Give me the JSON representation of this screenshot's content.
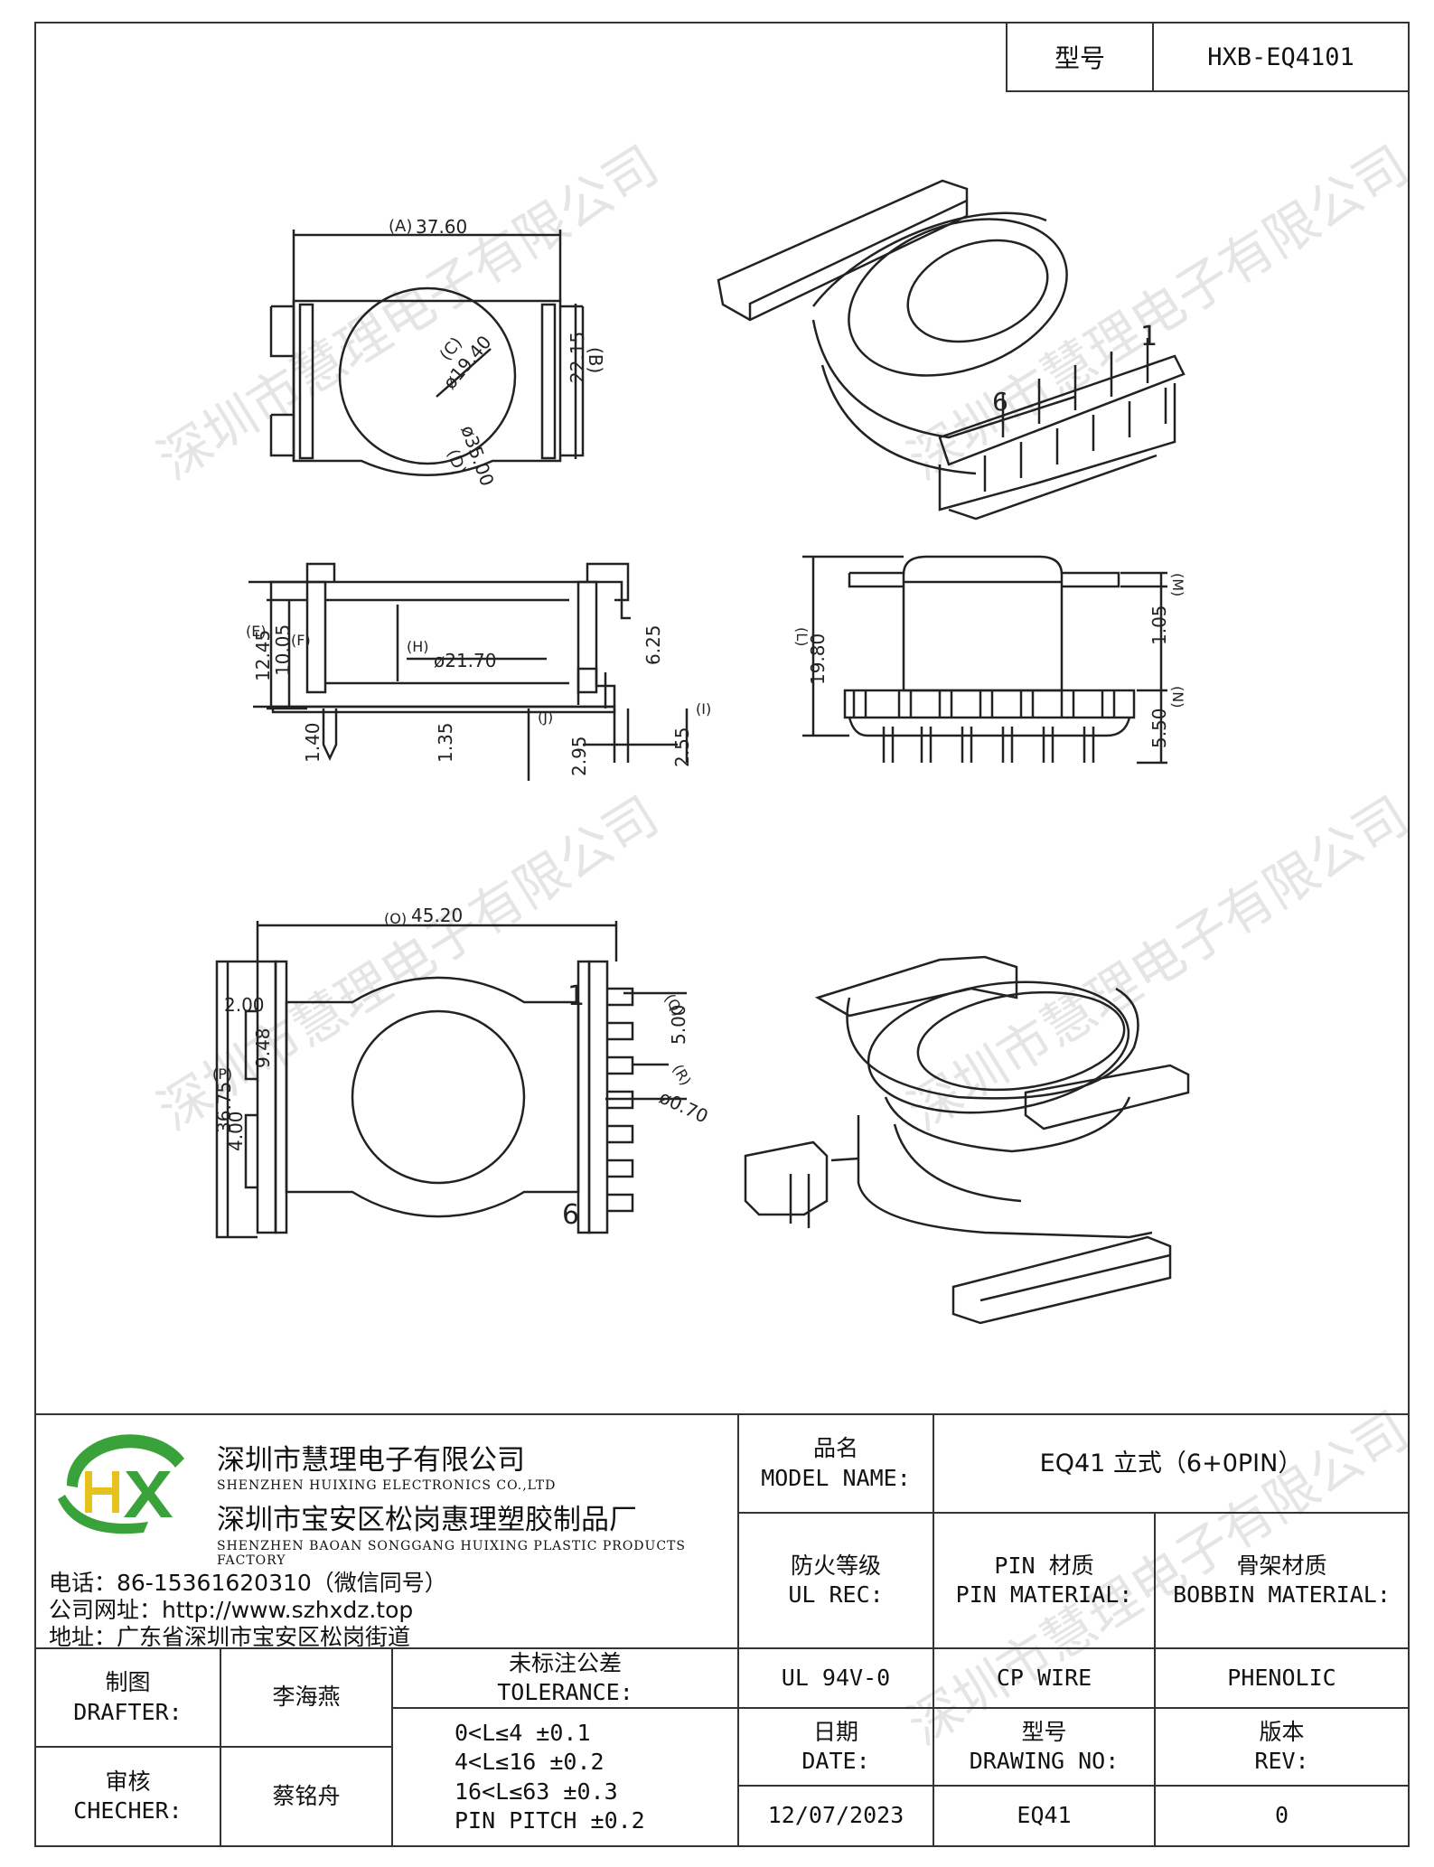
{
  "header": {
    "model_label": "型号",
    "model_value": "HXB-EQ4101"
  },
  "dimensions": {
    "A": "(A)",
    "A_val": "37.60",
    "B": "(B)",
    "B_val": "22.15",
    "C": "(C)",
    "C_val": "ø19.40",
    "D": "(D)",
    "D_val": "ø35.00",
    "E": "(E)",
    "E_val": "12.45",
    "F": "(F)",
    "F_val": "10.05",
    "H": "(H)",
    "H_val": "ø21.70",
    "G_val": "6.25",
    "I": "(I)",
    "I_val": "2.55",
    "J": "(J)",
    "J_val": "2.95",
    "K_val": "1.35",
    "L1_val": "1.40",
    "L": "(L)",
    "L_val": "19.80",
    "M": "(M)",
    "M_val": "1.05",
    "N": "(N)",
    "N_val": "5.50",
    "O": "(O)",
    "O_val": "45.20",
    "P": "(P)",
    "P_val": "36.75",
    "Q": "(Q)",
    "Q_val": "5.00",
    "R": "(R)",
    "R_val": "ø0.70",
    "S1_val": "2.00",
    "S2_val": "9.48",
    "S3_val": "4.00",
    "pin1": "1",
    "pin6": "6"
  },
  "watermark": "深圳市慧理电子有限公司",
  "company": {
    "name_cn": "深圳市慧理电子有限公司",
    "name_en": "SHENZHEN HUIXING ELECTRONICS CO.,LTD",
    "factory_cn": "深圳市宝安区松岗惠理塑胶制品厂",
    "factory_en": "SHENZHEN BAOAN SONGGANG HUIXING PLASTIC PRODUCTS FACTORY",
    "phone": "电话：86-15361620310（微信同号）",
    "website": "公司网址：http://www.szhxdz.top",
    "address": "地址：广东省深圳市宝安区松岗街道",
    "logo_text": "HX"
  },
  "titleblock": {
    "model_name_cn": "品名",
    "model_name_en": "MODEL NAME:",
    "model_name_val": "EQ41 立式（6+0PIN）",
    "ul_cn": "防火等级",
    "ul_en": "UL REC:",
    "pin_cn": "PIN 材质",
    "pin_en": "PIN MATERIAL:",
    "bobbin_cn": "骨架材质",
    "bobbin_en": "BOBBIN MATERIAL:",
    "ul_val": "UL 94V-0",
    "pin_val": "CP WIRE",
    "bobbin_val": "PHENOLIC",
    "drafter_cn": "制图",
    "drafter_en": "DRAFTER:",
    "drafter_val": "李海燕",
    "checker_cn": "审核",
    "checker_en": "CHECHER:",
    "checker_val": "蔡铭舟",
    "tol_cn": "未标注公差",
    "tol_en": "TOLERANCE:",
    "tol_lines": [
      "0<L≤4  ±0.1",
      "4<L≤16 ±0.2",
      "16<L≤63 ±0.3",
      "PIN PITCH ±0.2"
    ],
    "date_cn": "日期",
    "date_en": "DATE:",
    "date_val": "12/07/2023",
    "dwg_cn": "型号",
    "dwg_en": "DRAWING NO:",
    "dwg_val": "EQ41",
    "rev_cn": "版本",
    "rev_en": "REV:",
    "rev_val": "0"
  },
  "colors": {
    "logo_green": "#3aa23a",
    "logo_yellow": "#e8c21c",
    "line": "#222222"
  }
}
